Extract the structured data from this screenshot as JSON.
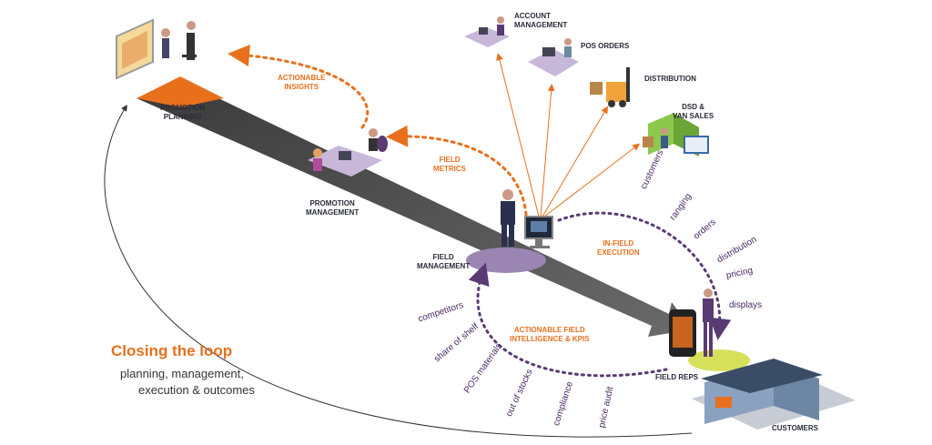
{
  "colors": {
    "orange": "#e8701d",
    "purple": "#5a3a72",
    "road": "#4a4a4a"
  },
  "labels": {
    "promotion_planning": [
      "PROMOTION",
      "PLANNING"
    ],
    "actionable_insights": [
      "ACTIONABLE",
      "INSIGHTS"
    ],
    "promotion_management": [
      "PROMOTION",
      "MANAGEMENT"
    ],
    "field_metrics": [
      "FIELD",
      "METRICS"
    ],
    "field_management": [
      "FIELD",
      "MANAGEMENT"
    ],
    "account_management": [
      "ACCOUNT",
      "MANAGEMENT"
    ],
    "pos_orders": "POS ORDERS",
    "distribution": "DISTRIBUTION",
    "dsd_van_sales": [
      "DSD &",
      "VAN SALES"
    ],
    "in_field_execution": [
      "IN-FIELD",
      "EXECUTION"
    ],
    "actionable_field_intel": [
      "ACTIONABLE FIELD",
      "INTELLIGENCE & KPIS"
    ],
    "field_reps": "FIELD REPS",
    "customers": "CUSTOMERS"
  },
  "right_ring": [
    "customers",
    "ranging",
    "orders",
    "distribution",
    "pricing",
    "displays"
  ],
  "left_ring": [
    "competitors",
    "share of shelf",
    "POS materials",
    "out of stocks",
    "compliance",
    "price audit"
  ],
  "closing": {
    "title": "Closing the loop",
    "line1": "planning, management,",
    "line2": "execution & outcomes"
  }
}
